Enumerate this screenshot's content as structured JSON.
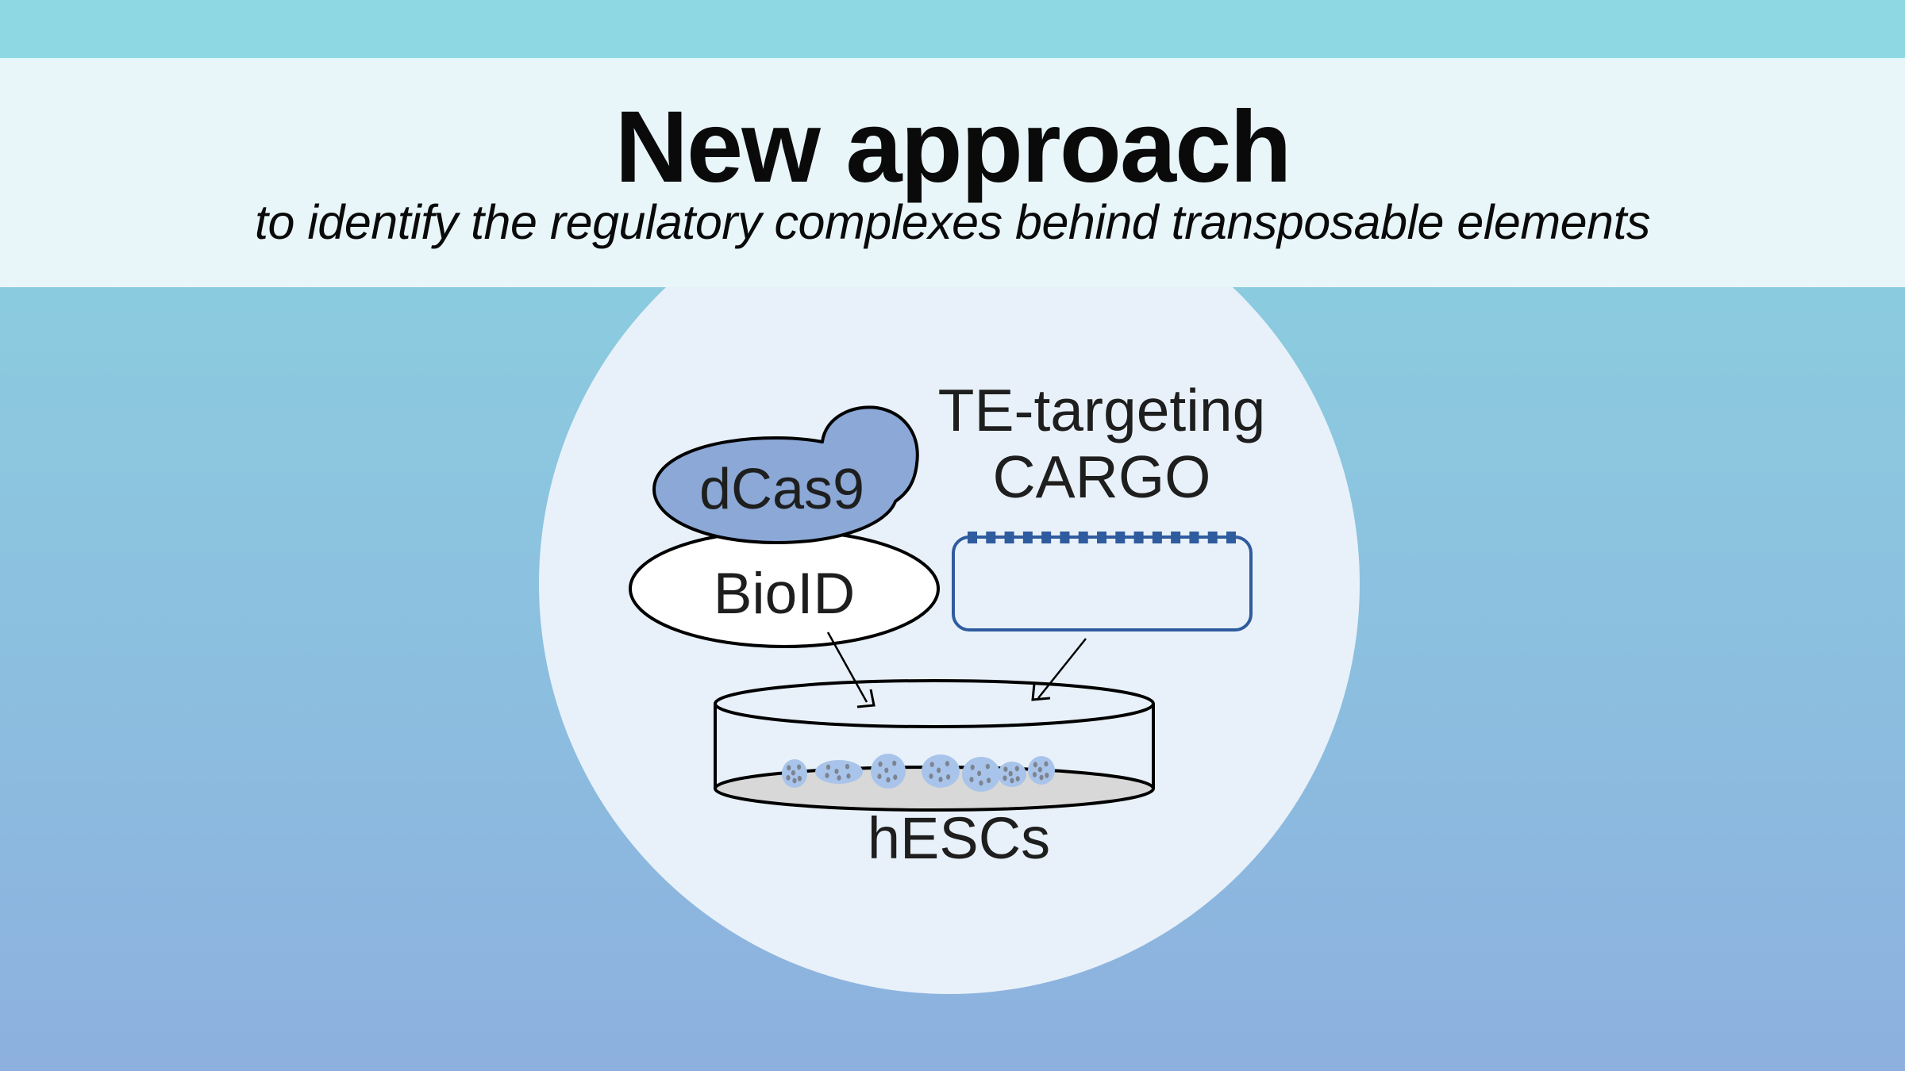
{
  "header": {
    "title": "New approach",
    "subtitle": "to identify the regulatory complexes behind transposable elements"
  },
  "diagram": {
    "labels": {
      "dcas9": "dCas9",
      "bioid": "BioID",
      "cargo_line1": "TE-targeting",
      "cargo_line2": "CARGO",
      "cells": "hESCs"
    },
    "plasmid_tick_count": 15,
    "colors": {
      "top_band": "#8dd8e2",
      "header_panel": "#e8f5f9",
      "circle": "#e8f1f9",
      "dcas9_fill": "#8ba8d6",
      "bioid_fill": "#ffffff",
      "plasmid_stroke": "#2f5b9f",
      "dish_floor": "#d8d8d8",
      "cell_colony": "#a9c4ea",
      "cell_nucleus": "#7d8490",
      "outline": "#000000"
    }
  }
}
